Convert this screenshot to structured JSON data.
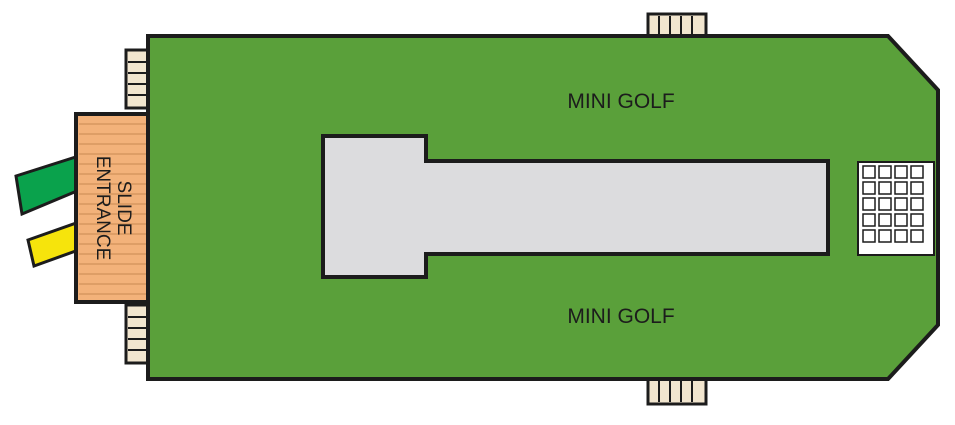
{
  "deck": {
    "areas": [
      {
        "id": "mini-golf-top",
        "label": "MINI GOLF"
      },
      {
        "id": "mini-golf-bottom",
        "label": "MINI GOLF"
      }
    ],
    "slide_entrance": {
      "line1": "SLIDE",
      "line2": "ENTRANCE"
    }
  },
  "colors": {
    "deck_green": "#5aa03a",
    "outline": "#1c1c1c",
    "center_structure": "#dcdcde",
    "slide_entrance": "#f3b27a",
    "stairs": "#f2e6cf",
    "slide_green": "#0aa24c",
    "slide_yellow": "#f6e40c",
    "grid_vent": "#ffffff"
  }
}
